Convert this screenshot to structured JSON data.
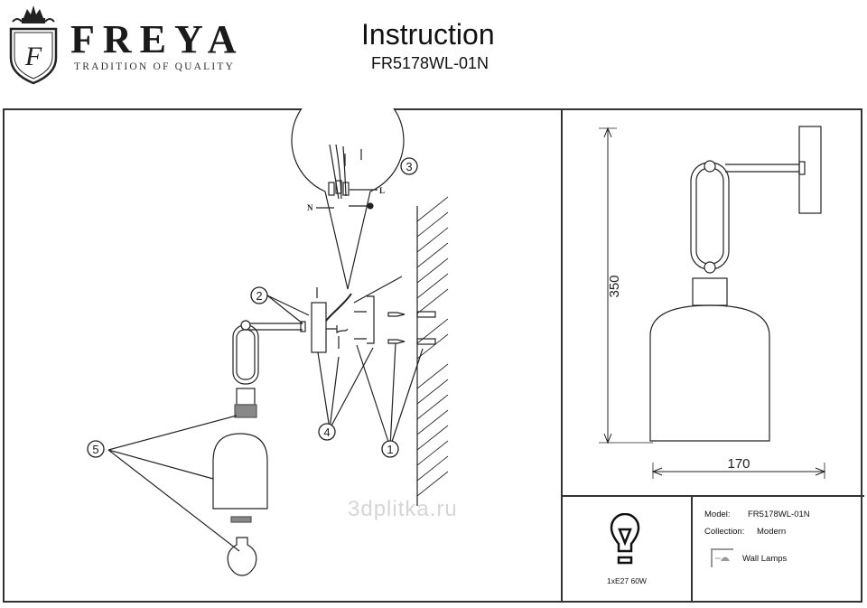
{
  "header": {
    "brand": "FREYA",
    "tagline": "TRADITION OF QUALITY",
    "logo_letter": "F",
    "title": "Instruction",
    "model": "FR5178WL-01N"
  },
  "diagram": {
    "callouts": [
      "1",
      "2",
      "3",
      "4",
      "5"
    ],
    "wire_labels": {
      "neutral": "N",
      "live": "L"
    }
  },
  "dimensions": {
    "height": "350",
    "width": "170"
  },
  "watermark": "3dplitka.ru",
  "info": {
    "bulb": "1xE27 60W",
    "model_label": "Model:",
    "model_value": "FR5178WL-01N",
    "collection_label": "Collection:",
    "collection_value": "Modern",
    "type": "Wall Lamps"
  }
}
